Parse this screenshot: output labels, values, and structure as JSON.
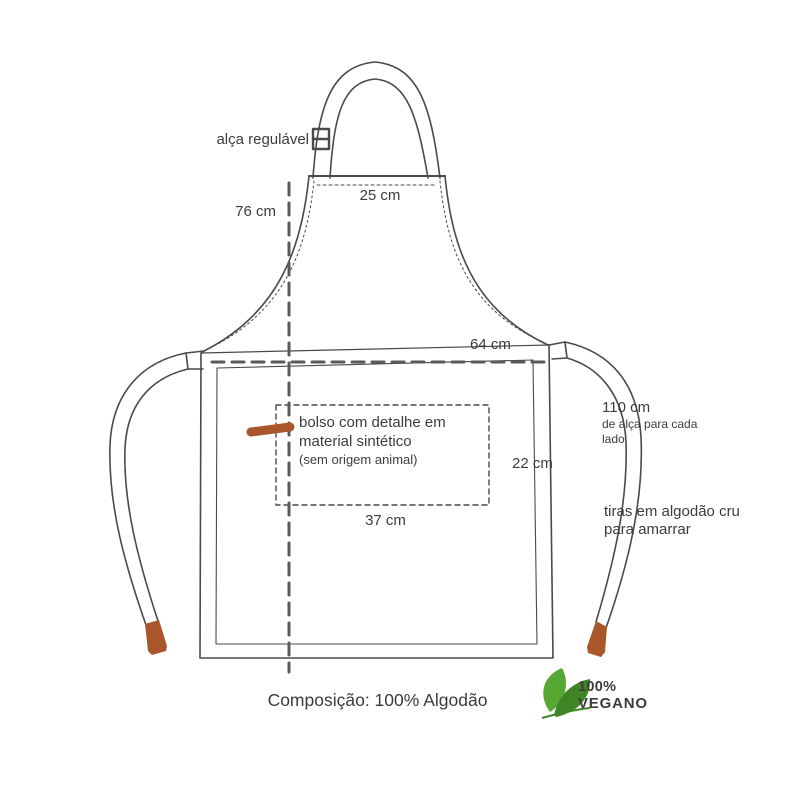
{
  "labels": {
    "adjustable_strap": "alça regulável",
    "neck_width": "25 cm",
    "height": "76 cm",
    "width": "64 cm",
    "strap_length": "110 cm",
    "strap_length_sub": "de alça para cada lado",
    "pocket_line1": "bolso com detalhe em",
    "pocket_line2": "material sintético",
    "pocket_line3": "(sem origem animal)",
    "pocket_height": "22 cm",
    "pocket_width": "37 cm",
    "ties_line1": "tiras em algodão cru",
    "ties_line2": "para amarrar",
    "composition": "Composição: 100% Algodão",
    "vegan_percent": "100%",
    "vegan_label": "VEGANO"
  },
  "colors": {
    "line": "#4a4a4a",
    "dash": "#5a5a5a",
    "accent_brown": "#a9562b",
    "vegan_green": "#56a832",
    "vegan_green_dark": "#3f8526"
  }
}
